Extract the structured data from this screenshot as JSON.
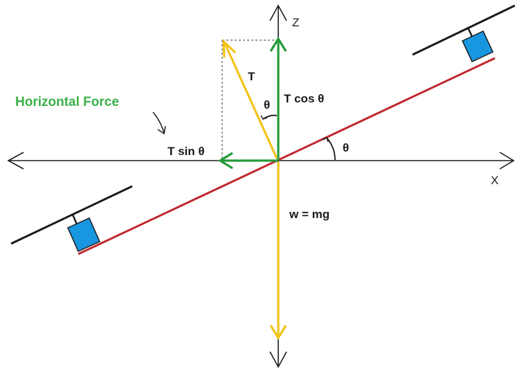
{
  "axes": {
    "z_label": "Z",
    "x_label": "X"
  },
  "labels": {
    "horizontal_force": "Horizontal Force",
    "tension": "T",
    "t_cos": "T cos θ",
    "t_sin": "T sin θ",
    "weight": "w = mg",
    "theta_vertical": "θ",
    "theta_incline": "θ"
  },
  "colors": {
    "axis": "#1a1a1a",
    "incline": "#c0282e",
    "tension": "#f2c318",
    "components": "#249a3a",
    "weight": "#f2c318",
    "block": "#1996e0",
    "label_green": "#3cb04a"
  }
}
